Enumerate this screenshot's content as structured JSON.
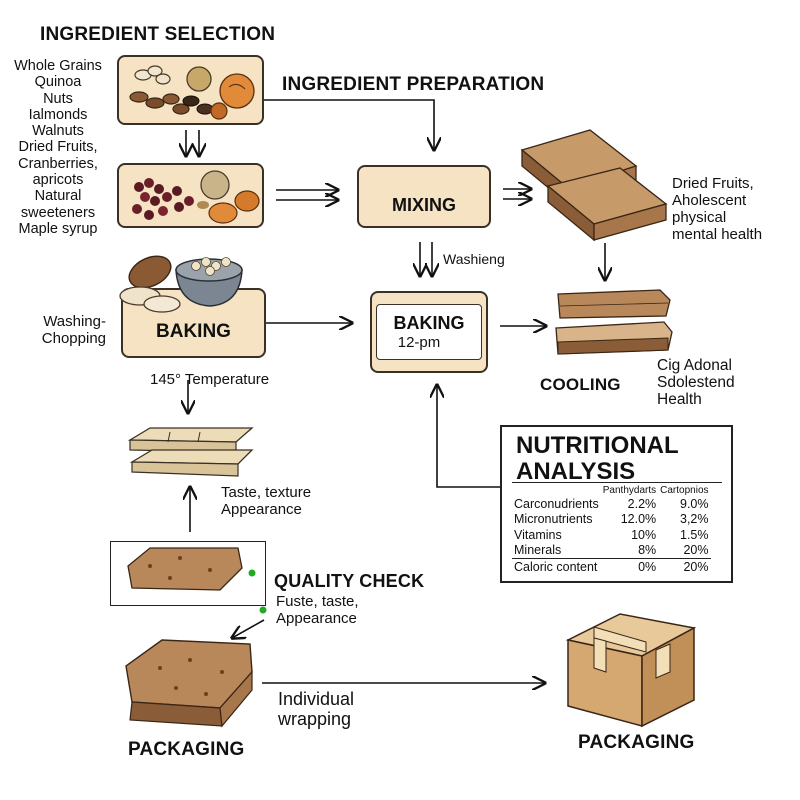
{
  "sections": {
    "ingredient_selection": "INGREDIENT SELECTION",
    "ingredient_preparation": "INGREDIENT PREPARATION",
    "mixing": "MIXING",
    "baking_left": "BAKING",
    "baking_center": "BAKING",
    "baking_center_time": "12-pm",
    "cooling": "COOLING",
    "quality_check": "QUALITY CHECK",
    "packaging_left": "PACKAGING",
    "packaging_right": "PACKAGING"
  },
  "ingredients": [
    "Whole Grains",
    "Quinoa",
    "Nuts",
    "Ialmonds",
    "Walnuts",
    "Dried Fruits,",
    "Cranberries,",
    "apricots",
    "Natural",
    "sweeteners",
    "Maple syrup"
  ],
  "notes": {
    "washing_chopping": [
      "Washing-",
      "Chopping"
    ],
    "temperature": "145° Temperature",
    "washieng": "Washieng",
    "dried_fruits_note": [
      "Dried Fruits,",
      "Aholescent",
      "physical",
      "mental health"
    ],
    "cooling_note": [
      "Cig Adonal",
      "Sdolestend",
      "Health"
    ],
    "taste_texture": [
      "Taste, texture",
      "Appearance"
    ],
    "qc_note": [
      "Fuste, taste,",
      "Appearance"
    ],
    "individual_wrapping": [
      "Individual",
      "wrapping"
    ]
  },
  "nutrition": {
    "title_line1": "NUTRITIONAL",
    "title_line2": "ANALYSIS",
    "columns": [
      "Panthydarts",
      "Cartopnios"
    ],
    "rows": [
      {
        "label": "Carconudrients",
        "a": "2.2%",
        "b": "9.0%"
      },
      {
        "label": "Micronutrients",
        "a": "12.0%",
        "b": "3,2%"
      },
      {
        "label": "Vitamins",
        "a": "10%",
        "b": "1.5%"
      },
      {
        "label": "Minerals",
        "a": "8%",
        "b": "20%"
      },
      {
        "label": "Caloric content",
        "a": "0%",
        "b": "20%"
      }
    ]
  },
  "colors": {
    "box_fill": "#f5e3c4",
    "box_stroke": "#3a3026",
    "bar_fill": "#b8875a",
    "bar_dark": "#8a5c37",
    "crackers": "#eddcb8",
    "qc_dot": "#22aa22"
  }
}
